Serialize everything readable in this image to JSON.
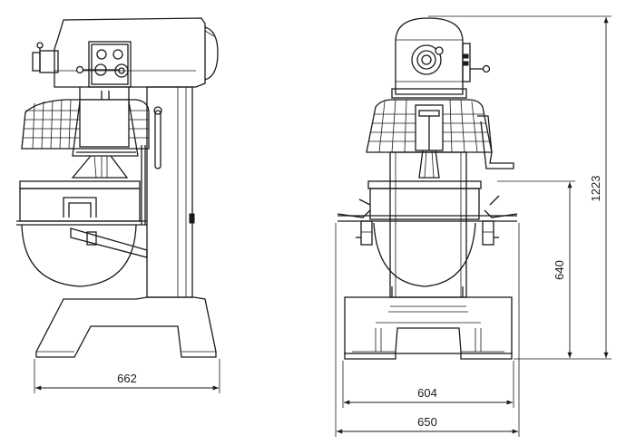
{
  "dimensions": {
    "side_width": "662",
    "base_width": "604",
    "overall_width": "650",
    "bowl_height": "640",
    "overall_height": "1223"
  }
}
